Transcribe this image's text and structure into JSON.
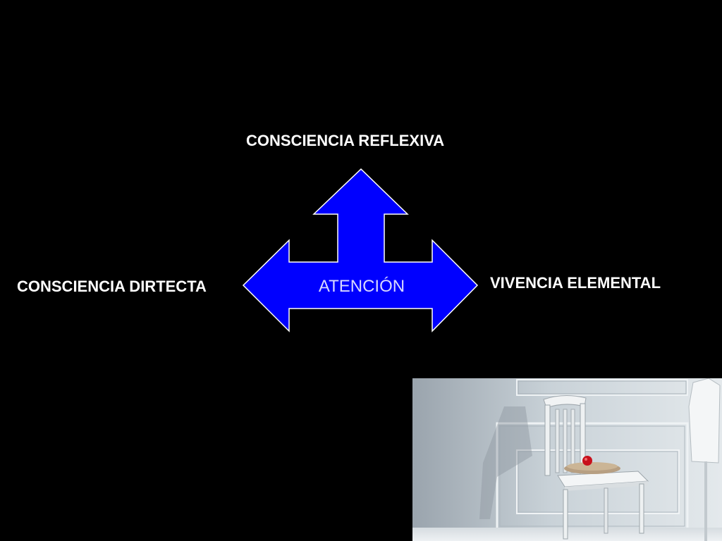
{
  "diagram": {
    "top_label": "CONSCIENCIA REFLEXIVA",
    "left_label": "CONSCIENCIA DIRTECTA",
    "right_label": "VIVENCIA ELEMENTAL",
    "center_label": "ATENCIÓN",
    "arrow_color": "#0000ff",
    "arrow_outline": "#ffffff"
  },
  "photo": {
    "subject": "white-chair-with-cushion-and-red-object"
  }
}
